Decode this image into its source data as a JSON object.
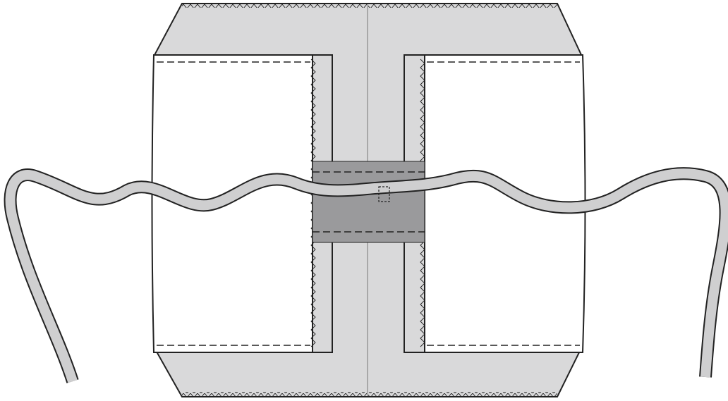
{
  "diagram": {
    "subject": "sewing-pattern-waist-bag-with-drawstring",
    "labels": [],
    "colors": {
      "background": "#ffffff",
      "panel_fill": "#d9d9da",
      "pocket_fill": "#ffffff",
      "casing_fill": "#9a9a9c",
      "cord_fill": "#cfcfd0",
      "outline": "#222222",
      "center_fold": "#a8a8a8"
    },
    "icons": {
      "zigzag_edge": "zigzag-stitch",
      "dashed_line": "straight-stitch",
      "center_line": "fold-line"
    }
  }
}
